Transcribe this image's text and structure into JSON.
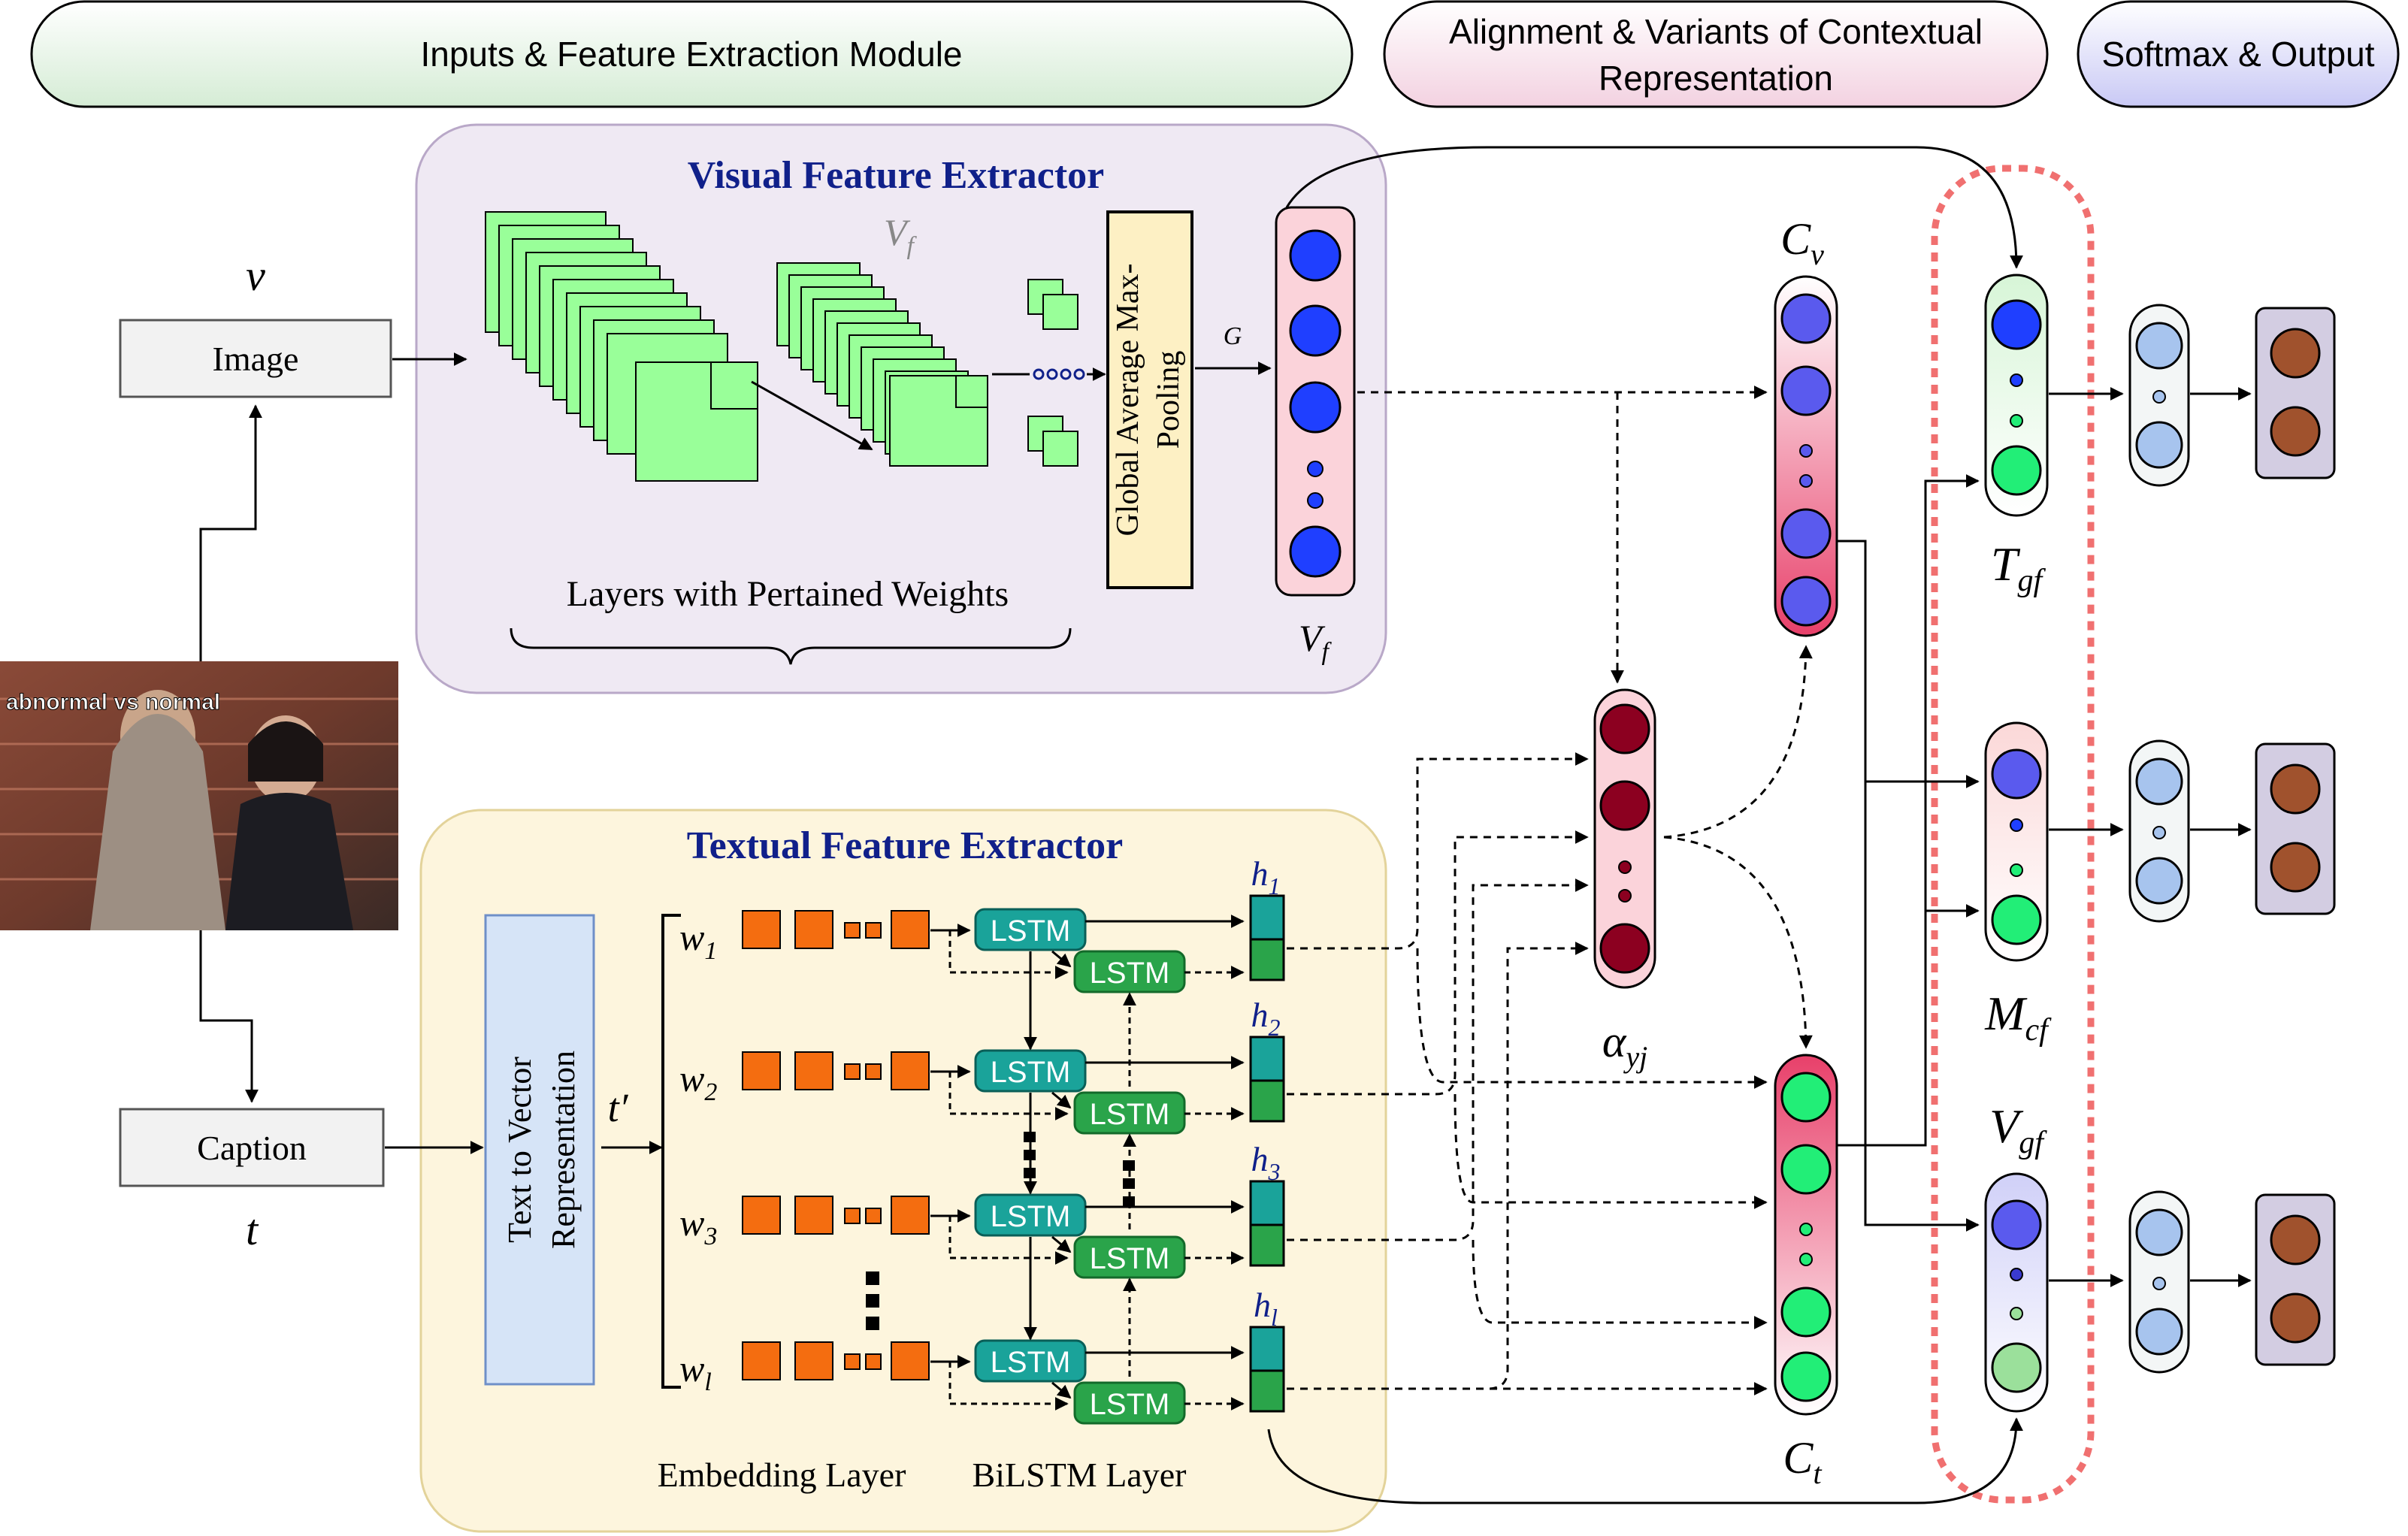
{
  "headers": {
    "inputs": "Inputs &  Feature Extraction Module",
    "alignment_line1": "Alignment & Variants of Contextual",
    "alignment_line2": "Representation",
    "softmax": "Softmax & Output"
  },
  "inputs": {
    "image_label": "Image",
    "caption_label": "Caption",
    "v_symbol": "v",
    "t_symbol": "t",
    "meme_text": "abnormal vs normal"
  },
  "visual": {
    "title": "Visual Feature Extractor",
    "vf_gray": "V",
    "vf_gray_sub": "f",
    "pool_line1": "Global Average Max-",
    "pool_line2": "Pooling",
    "g_label": "G",
    "layers_caption": "Layers with Pertained Weights",
    "vf": "V",
    "vf_sub": "f"
  },
  "textual": {
    "title": "Textual Feature Extractor",
    "t2v_line1": "Text to Vector",
    "t2v_line2": "Representation",
    "t_prime": "t′",
    "words": [
      {
        "w": "w",
        "sub": "1"
      },
      {
        "w": "w",
        "sub": "2"
      },
      {
        "w": "w",
        "sub": "3"
      },
      {
        "w": "w",
        "sub": "l"
      }
    ],
    "lstm_label": "LSTM",
    "hidden": [
      {
        "h": "h",
        "sub": "1"
      },
      {
        "h": "h",
        "sub": "2"
      },
      {
        "h": "h",
        "sub": "3"
      },
      {
        "h": "h",
        "sub": "l"
      }
    ],
    "embedding_caption": "Embedding Layer",
    "bilstm_caption": "BiLSTM Layer"
  },
  "alignment": {
    "cv": "C",
    "cv_sub": "v",
    "ct": "C",
    "ct_sub": "t",
    "alpha": "α",
    "alpha_sub": "yj"
  },
  "fusion": {
    "tgf": "T",
    "tgf_sub": "gf",
    "mcf": "M",
    "mcf_sub": "cf",
    "vgf": "V",
    "vgf_sub": "gf"
  },
  "colors": {
    "visual_panel": "#efe9f3",
    "textual_panel": "#fdf5dd",
    "feature_map": "#99ff99",
    "lstm_forward": "#1aa39a",
    "lstm_backward": "#2aa44a",
    "embedding": "#f46d10",
    "blue_node": "#1f3fff",
    "green_node": "#22ee77",
    "alpha_node": "#8c0020",
    "output_node": "#a0522d",
    "dashed_box": "#f07070"
  }
}
